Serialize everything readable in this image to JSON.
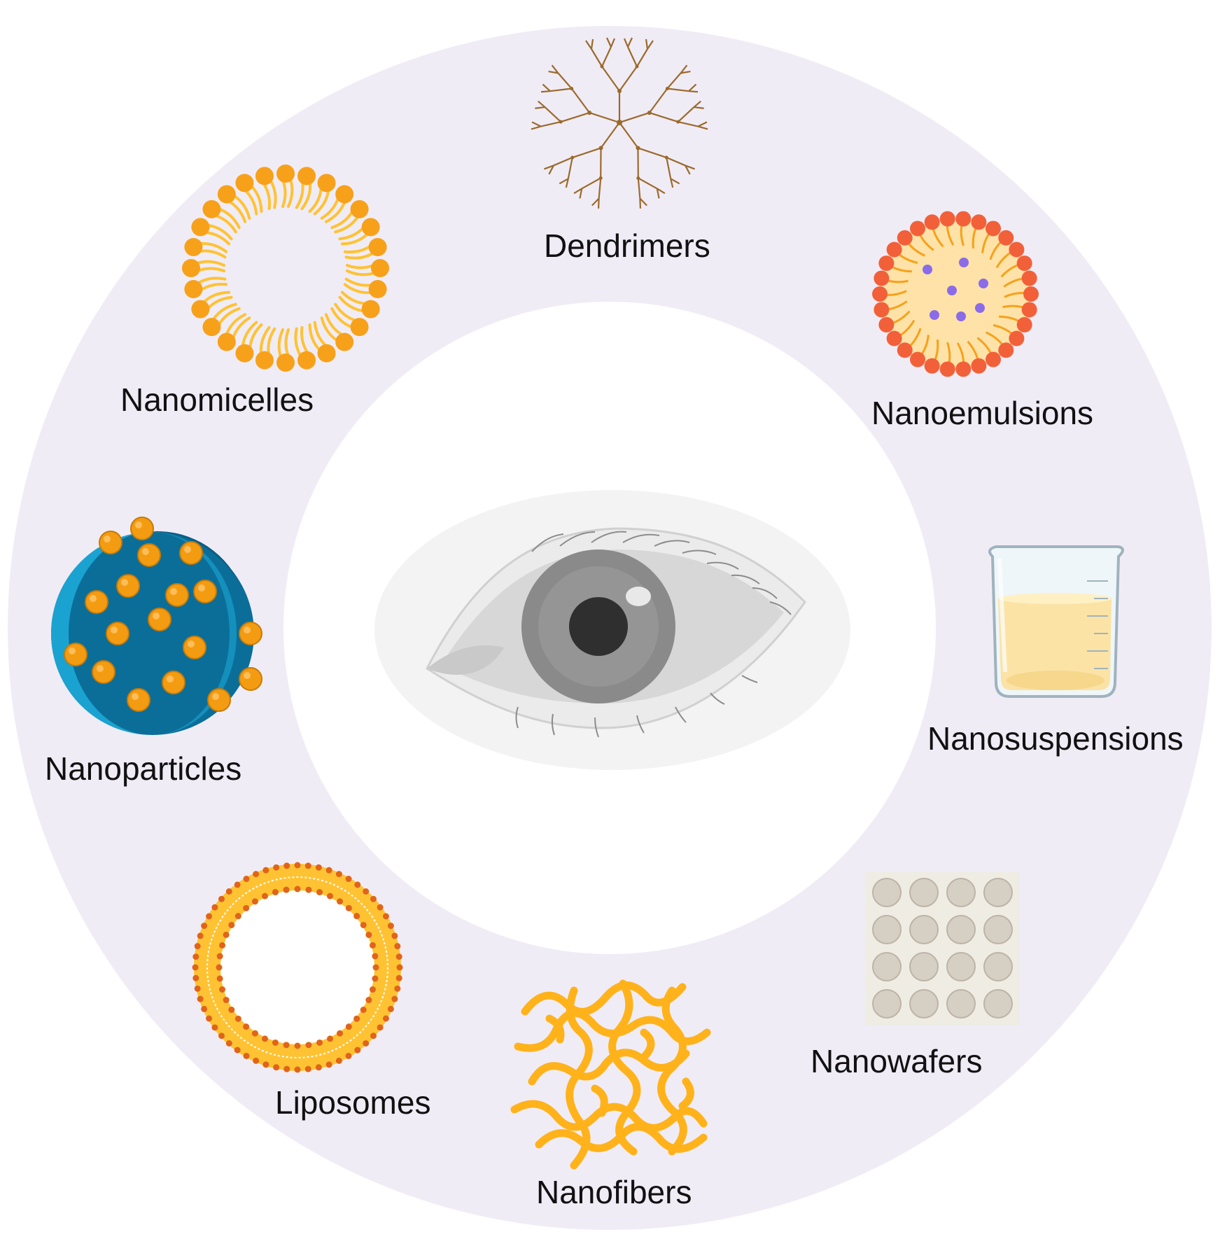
{
  "diagram": {
    "center": {
      "icon": "eye-icon"
    },
    "items": [
      {
        "id": "dendrimers",
        "label": "Dendrimers",
        "icon": "dendrimer-icon"
      },
      {
        "id": "nanoemulsions",
        "label": "Nanoemulsions",
        "icon": "nanoemulsion-icon"
      },
      {
        "id": "nanosuspensions",
        "label": "Nanosuspensions",
        "icon": "beaker-icon"
      },
      {
        "id": "nanowafers",
        "label": "Nanowafers",
        "icon": "wafer-grid-icon"
      },
      {
        "id": "nanofibers",
        "label": "Nanofibers",
        "icon": "fiber-mesh-icon"
      },
      {
        "id": "liposomes",
        "label": "Liposomes",
        "icon": "liposome-icon"
      },
      {
        "id": "nanoparticles",
        "label": "Nanoparticles",
        "icon": "nanoparticle-sphere-icon"
      },
      {
        "id": "nanomicelles",
        "label": "Nanomicelles",
        "icon": "micelle-icon"
      }
    ]
  },
  "colors": {
    "ring": "#f0ecf6",
    "orange": "#f7a11a",
    "yellow": "#ffc233",
    "red_orange": "#f2603a",
    "purple_dot": "#8a6be8",
    "blue": "#1aa3d1",
    "dark_blue": "#0b6e99",
    "dendrimer_brown": "#9b6a2b",
    "wafer_bg": "#efece4",
    "wafer_disc": "#d6cfc4",
    "beaker_liquid": "#fbe3a6"
  }
}
